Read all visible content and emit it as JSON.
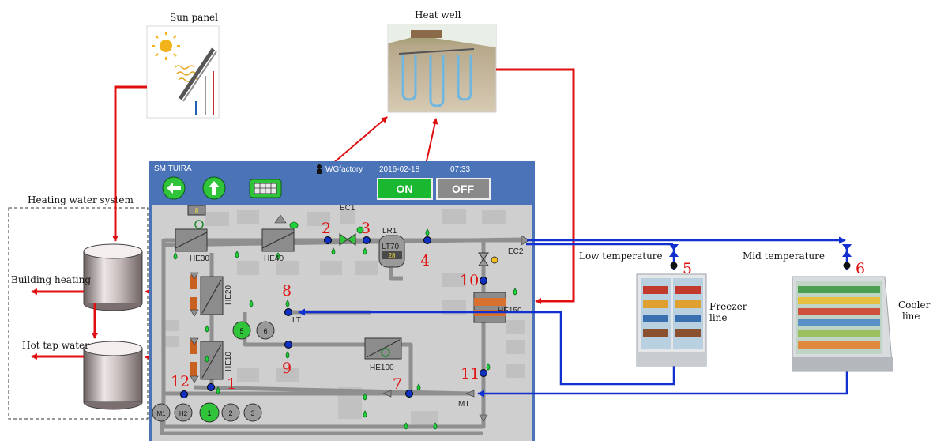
{
  "title_labels": {
    "sun_panel": "Sun panel",
    "heat_well": "Heat well",
    "heating_water_system": "Heating water system",
    "building_heating": "Building heating",
    "hot_tap_water": "Hot tap water",
    "low_temperature": "Low temperature",
    "mid_temperature": "Mid temperature",
    "freezer_line": [
      "Freezer",
      "line"
    ],
    "cooler_line": [
      "Cooler",
      "line"
    ]
  },
  "hmi": {
    "station": "SM TUIRA",
    "user": "WGfactory",
    "date": "2016-02-18",
    "time": "07:33",
    "on_label": "ON",
    "off_label": "OFF",
    "components": {
      "ec1": "EC1",
      "ec2": "EC2",
      "lr1": "LR1",
      "lt70": "LT70",
      "lt70_value": "28",
      "he30": "HE30",
      "he40": "HE40",
      "he20": "HE20",
      "he10": "HE10",
      "he100": "HE100",
      "he150": "HE150",
      "lt": "LT",
      "mt": "MT",
      "he30_value": "8",
      "pumps_top": [
        "5",
        "6"
      ],
      "pumps_bottom": [
        "M1",
        "H2",
        "1",
        "2",
        "3"
      ]
    }
  },
  "point_numbers": [
    "1",
    "2",
    "3",
    "4",
    "5",
    "6",
    "7",
    "8",
    "9",
    "10",
    "11",
    "12"
  ],
  "colors": {
    "hot_line": "#e01010",
    "cold_line": "#1030d0",
    "hmi_frame": "#4a73b8",
    "hmi_panel": "#cfcfcf",
    "pipe": "#9a9a9a",
    "indicator": "#1fd13a"
  }
}
